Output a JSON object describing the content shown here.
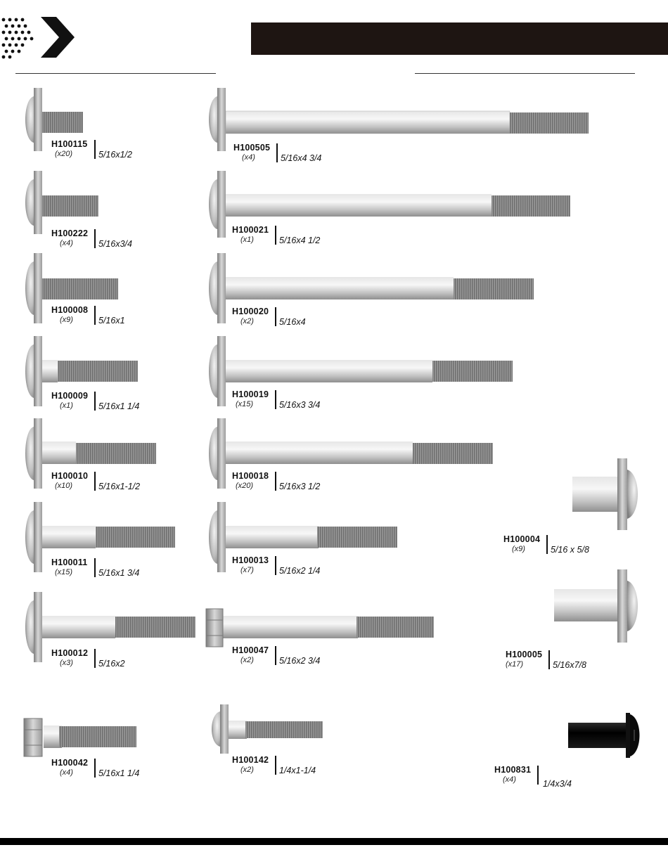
{
  "header": {
    "title": ""
  },
  "colors": {
    "title_bar": "#1e1512",
    "bolt_metal": "#bdbdbd",
    "thread": "#8c8c8c",
    "black_bolt": "#0a0a0a"
  },
  "parts": [
    {
      "code": "H100115",
      "qty": "(x20)",
      "size": "5/16x1/2"
    },
    {
      "code": "H100222",
      "qty": "(x4)",
      "size": "5/16x3/4"
    },
    {
      "code": "H100008",
      "qty": "(x9)",
      "size": "5/16x1"
    },
    {
      "code": "H100009",
      "qty": "(x1)",
      "size": "5/16x1 1/4"
    },
    {
      "code": "H100010",
      "qty": "(x10)",
      "size": "5/16x1-1/2"
    },
    {
      "code": "H100011",
      "qty": "(x15)",
      "size": "5/16x1 3/4"
    },
    {
      "code": "H100012",
      "qty": "(x3)",
      "size": "5/16x2"
    },
    {
      "code": "H100042",
      "qty": "(x4)",
      "size": "5/16x1 1/4"
    },
    {
      "code": "H100505",
      "qty": "(x4)",
      "size": "5/16x4 3/4"
    },
    {
      "code": "H100021",
      "qty": "(x1)",
      "size": "5/16x4 1/2"
    },
    {
      "code": "H100020",
      "qty": "(x2)",
      "size": "5/16x4"
    },
    {
      "code": "H100019",
      "qty": "(x15)",
      "size": "5/16x3 3/4"
    },
    {
      "code": "H100018",
      "qty": "(x20)",
      "size": "5/16x3 1/2"
    },
    {
      "code": "H100013",
      "qty": "(x7)",
      "size": "5/16x2 1/4"
    },
    {
      "code": "H100047",
      "qty": "(x2)",
      "size": "5/16x2 3/4"
    },
    {
      "code": "H100142",
      "qty": "(x2)",
      "size": "1/4x1-1/4"
    },
    {
      "code": "H100004",
      "qty": "(x9)",
      "size": "5/16 x 5/8"
    },
    {
      "code": "H100005",
      "qty": "(x17)",
      "size": "5/16x7/8"
    },
    {
      "code": "H100831",
      "qty": "(x4)",
      "size": "1/4x3/4"
    }
  ]
}
